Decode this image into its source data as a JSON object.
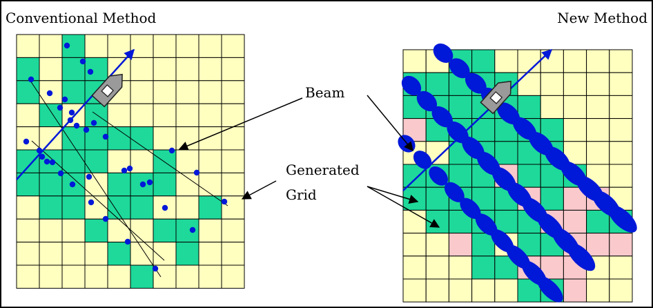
{
  "labels": {
    "left_title": "Conventional Method",
    "right_title": "New Method",
    "beam": "Beam",
    "generated_line1": "Generated",
    "generated_line2": "Grid"
  },
  "colors": {
    "cell_base": "#FFFFC0",
    "cell_green": "#1ED99A",
    "cell_pink": "#F9C9CC",
    "grid_line": "#000000",
    "beam_blue": "#0018D8",
    "ship_gray": "#999999"
  },
  "left_grid": {
    "rows": 11,
    "cols": 10,
    "green_cells": [
      [
        0,
        2
      ],
      [
        1,
        0
      ],
      [
        1,
        2
      ],
      [
        1,
        3
      ],
      [
        2,
        0
      ],
      [
        2,
        2
      ],
      [
        2,
        3
      ],
      [
        3,
        1
      ],
      [
        3,
        3
      ],
      [
        4,
        2
      ],
      [
        4,
        3
      ],
      [
        4,
        4
      ],
      [
        4,
        5
      ],
      [
        5,
        0
      ],
      [
        5,
        1
      ],
      [
        5,
        2
      ],
      [
        5,
        3
      ],
      [
        5,
        6
      ],
      [
        6,
        0
      ],
      [
        6,
        1
      ],
      [
        6,
        2
      ],
      [
        6,
        4
      ],
      [
        6,
        5
      ],
      [
        6,
        6
      ],
      [
        7,
        1
      ],
      [
        7,
        2
      ],
      [
        7,
        4
      ],
      [
        7,
        5
      ],
      [
        7,
        8
      ],
      [
        8,
        3
      ],
      [
        8,
        6
      ],
      [
        8,
        7
      ],
      [
        9,
        4
      ],
      [
        9,
        7
      ],
      [
        10,
        5
      ]
    ]
  },
  "right_grid": {
    "rows": 11,
    "cols": 10,
    "green_cells": [
      [
        0,
        2
      ],
      [
        0,
        3
      ],
      [
        1,
        0
      ],
      [
        1,
        1
      ],
      [
        1,
        2
      ],
      [
        1,
        3
      ],
      [
        1,
        4
      ],
      [
        2,
        0
      ],
      [
        2,
        1
      ],
      [
        2,
        2
      ],
      [
        2,
        3
      ],
      [
        2,
        4
      ],
      [
        2,
        5
      ],
      [
        3,
        1
      ],
      [
        3,
        2
      ],
      [
        3,
        3
      ],
      [
        3,
        4
      ],
      [
        3,
        5
      ],
      [
        3,
        6
      ],
      [
        4,
        2
      ],
      [
        4,
        3
      ],
      [
        4,
        4
      ],
      [
        4,
        5
      ],
      [
        4,
        6
      ],
      [
        5,
        0
      ],
      [
        5,
        1
      ],
      [
        5,
        2
      ],
      [
        5,
        3
      ],
      [
        5,
        5
      ],
      [
        5,
        6
      ],
      [
        5,
        7
      ],
      [
        6,
        0
      ],
      [
        6,
        1
      ],
      [
        6,
        2
      ],
      [
        6,
        3
      ],
      [
        6,
        4
      ],
      [
        6,
        6
      ],
      [
        7,
        1
      ],
      [
        7,
        2
      ],
      [
        7,
        3
      ],
      [
        7,
        4
      ],
      [
        7,
        5
      ],
      [
        7,
        8
      ],
      [
        7,
        9
      ],
      [
        8,
        3
      ],
      [
        8,
        5
      ],
      [
        8,
        6
      ],
      [
        9,
        3
      ],
      [
        9,
        4
      ],
      [
        10,
        5
      ],
      [
        10,
        6
      ]
    ],
    "pink_cells": [
      [
        1,
        1
      ],
      [
        3,
        0
      ],
      [
        5,
        4
      ],
      [
        6,
        5
      ],
      [
        6,
        7
      ],
      [
        6,
        8
      ],
      [
        7,
        6
      ],
      [
        7,
        7
      ],
      [
        8,
        2
      ],
      [
        8,
        7
      ],
      [
        8,
        8
      ],
      [
        8,
        9
      ],
      [
        9,
        5
      ],
      [
        9,
        6
      ],
      [
        9,
        7
      ],
      [
        10,
        7
      ]
    ]
  }
}
